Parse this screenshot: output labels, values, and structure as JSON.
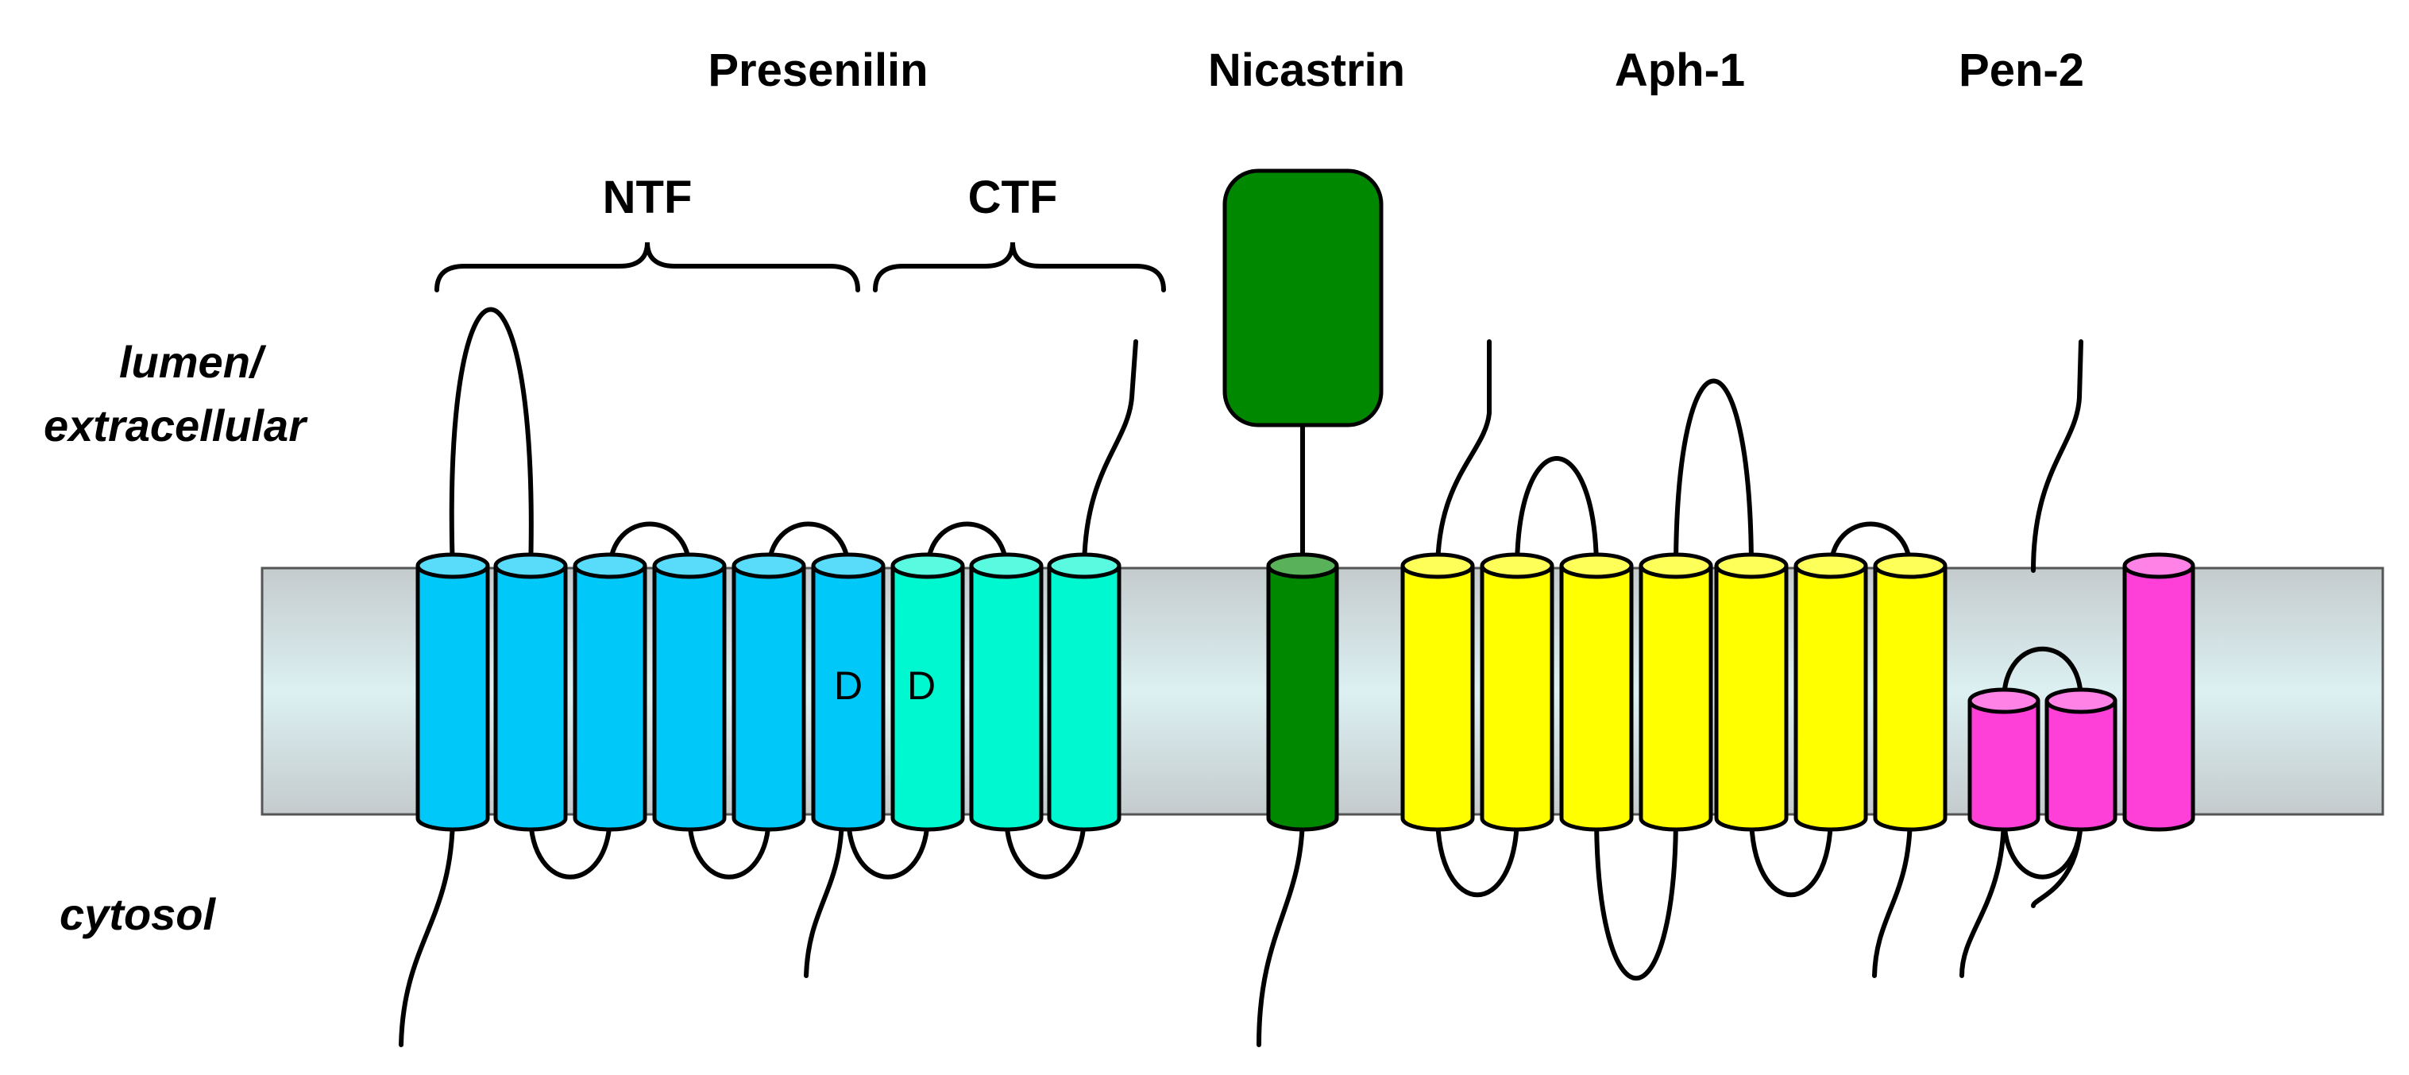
{
  "labels": {
    "presenilin": "Presenilin",
    "nicastrin": "Nicastrin",
    "aph1": "Aph-1",
    "pen2": "Pen-2",
    "ntf": "NTF",
    "ctf": "CTF",
    "lumen_line1": "lumen/",
    "lumen_line2": "extracellular",
    "cytosol": "cytosol",
    "aspartate": "D"
  },
  "colors": {
    "membrane": "#c4cbcd",
    "membrane_center": "#dcf0f2",
    "presenilin_ntf": "#00c8f8",
    "presenilin_ctf": "#00f8d0",
    "nicastrin": "#008800",
    "aph1": "#ffff00",
    "pen2": "#ff40d8"
  },
  "proteins": [
    {
      "name": "Presenilin",
      "fragments": [
        "NTF",
        "CTF"
      ],
      "transmembrane_helices": 9,
      "catalytic_residues": [
        "D",
        "D"
      ]
    },
    {
      "name": "Nicastrin",
      "transmembrane_helices": 1,
      "extracellular_domain": true
    },
    {
      "name": "Aph-1",
      "transmembrane_helices": 7
    },
    {
      "name": "Pen-2",
      "transmembrane_helices": 3
    }
  ]
}
